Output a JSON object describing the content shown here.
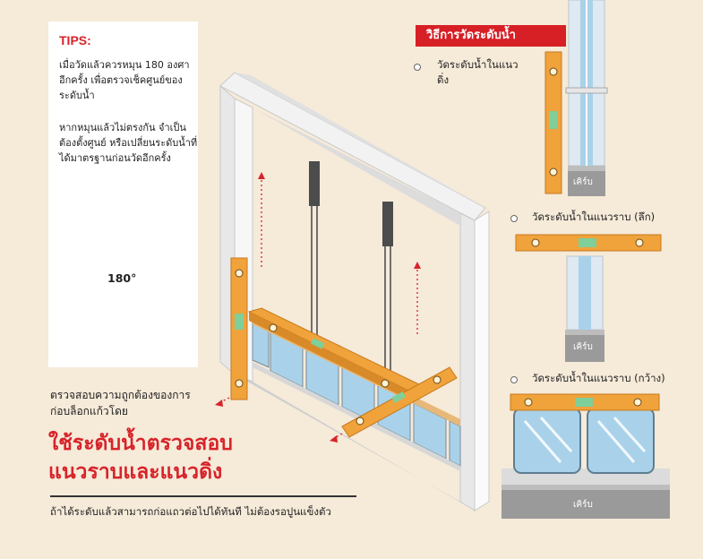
{
  "tips": {
    "title": "TIPS:",
    "paragraph_1": "เมื่อวัดแล้วควรหมุน 180 องศาอีกครั้ง เพื่อตรวจเช็คศูนย์ของระดับน้ำ",
    "paragraph_2": "หากหมุนแล้วไม่ตรงกัน จำเป็นต้องตั้งศูนย์ หรือเปลี่ยนระดับน้ำที่ได้มาตรฐานก่อนวัดอีกครั้ง",
    "rotation_label": "180°"
  },
  "method": {
    "title": "วิธีการวัดระดับน้ำ",
    "vertical_label": "วัดระดับน้ำในแนวดิ่ง",
    "horizontal_depth_label": "วัดระดับน้ำในแนวราบ (ลึก)",
    "horizontal_width_label": "วัดระดับน้ำในแนวราบ (กว้าง)",
    "base_label": "เคิร์บ"
  },
  "main": {
    "caption": "ตรวจสอบความถูกต้องของการก่อบล็อกแก้วโดย",
    "headline": "ใช้ระดับน้ำตรวจสอบแนวราบและแนวดิ่ง",
    "footer": "ถ้าได้ระดับแล้วสามารถก่อแถวต่อไปได้ทันที ไม่ต้องรอปูนแข็งตัว"
  },
  "colors": {
    "accent_red": "#d8232a",
    "level_orange": "#f0a23b",
    "bubble_green": "#7fcf9a",
    "glass_blue": "#a9d2ea",
    "background": "#f6ead9"
  }
}
